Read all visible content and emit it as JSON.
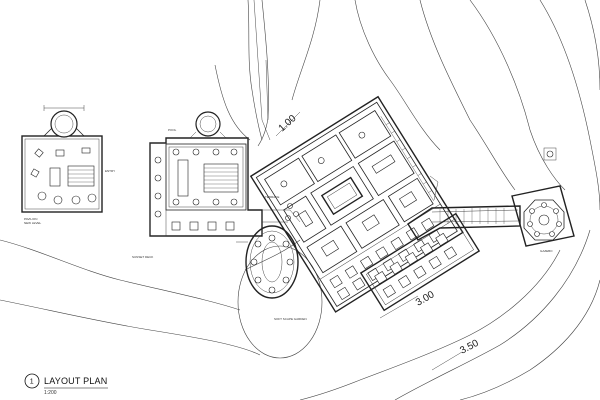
{
  "drawing": {
    "title": "LAYOUT PLAN",
    "scale": "1:200",
    "callout_number": "1"
  },
  "levels": {
    "level_top": "1.00",
    "level_mid": "3.00",
    "level_low": "3.50"
  }
}
